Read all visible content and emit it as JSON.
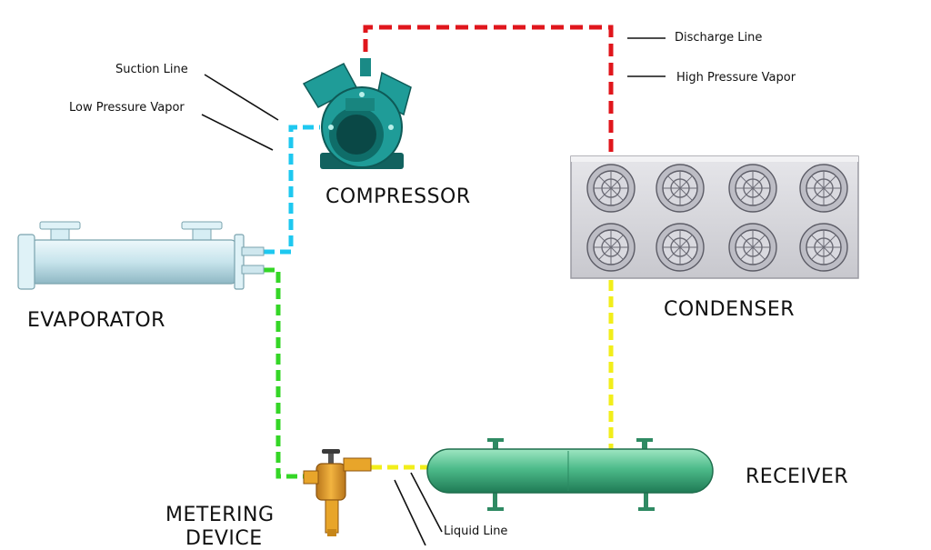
{
  "components": {
    "compressor": "COMPRESSOR",
    "condenser": "CONDENSER",
    "evaporator": "EVAPORATOR",
    "receiver": "RECEIVER",
    "metering_device_line1": "METERING",
    "metering_device_line2": "DEVICE"
  },
  "line_labels": {
    "discharge_line": "Discharge Line",
    "high_pressure_vapor": "High Pressure Vapor",
    "suction_line": "Suction Line",
    "low_pressure_vapor": "Low Pressure Vapor",
    "liquid_line": "Liquid Line"
  },
  "colors": {
    "discharge": "#e0161c",
    "suction": "#1ec8f0",
    "liquid_condenser": "#f2ee1a",
    "liquid_metering": "#f2ee1a",
    "low_pressure_liquid": "#34d626",
    "compressor_body": "#1f9c98",
    "condenser_body": "#d8d8dc",
    "evaporator_body": "#c9e6ee",
    "receiver_body": "#4dbb8a",
    "metering_body": "#e8a52a"
  }
}
